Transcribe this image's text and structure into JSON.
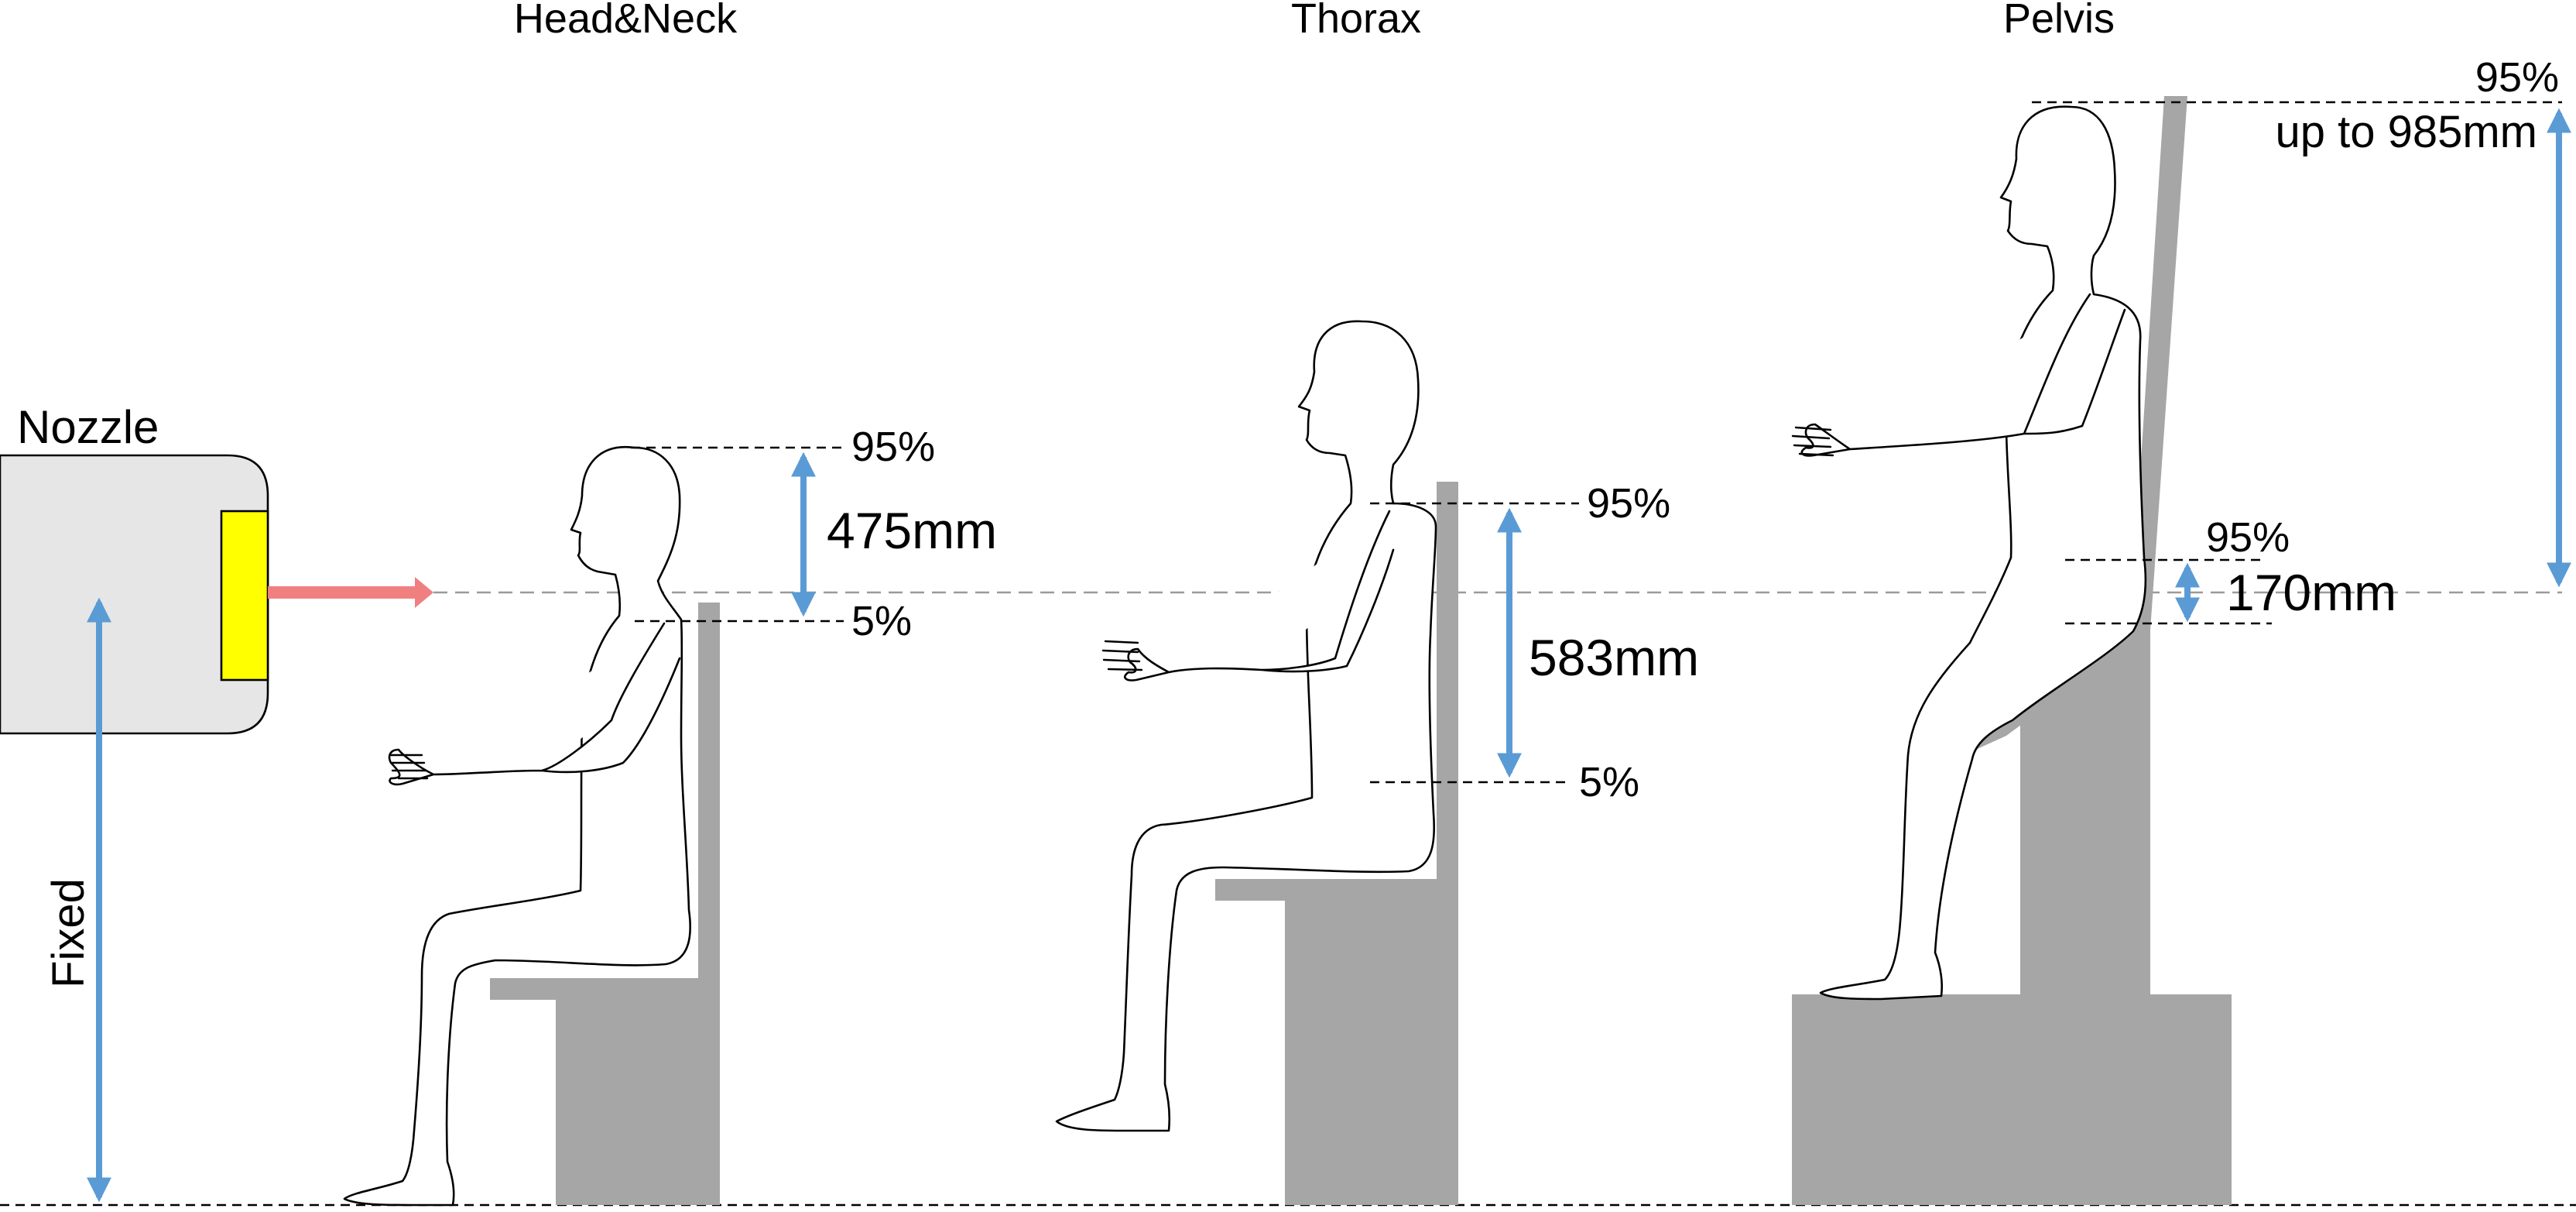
{
  "sections": {
    "head_neck": {
      "title": "Head&Neck",
      "upper_label": "95%",
      "lower_label": "5%",
      "range": "475mm"
    },
    "thorax": {
      "title": "Thorax",
      "upper_label": "95%",
      "lower_label": "5%",
      "range": "583mm"
    },
    "pelvis": {
      "title": "Pelvis",
      "top_label": "95%",
      "top_range": "up to 985mm",
      "inner_label": "95%",
      "inner_range": "170mm"
    }
  },
  "nozzle": {
    "label": "Nozzle",
    "height_label": "Fixed"
  },
  "colors": {
    "arrow_blue": "#5b9bd5",
    "beam_red": "#f08080",
    "nozzle_fill": "#e6e6e6",
    "aperture_yellow": "#ffff00",
    "chair_gray": "#a6a6a6"
  },
  "icons": [
    "nozzle-icon",
    "beam-arrow-icon",
    "patient-silhouette-icon",
    "chair-icon",
    "double-arrow-icon"
  ]
}
